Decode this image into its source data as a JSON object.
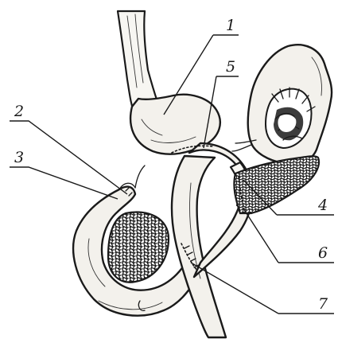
{
  "figure": {
    "callouts": [
      {
        "id": "c1",
        "label": "1"
      },
      {
        "id": "c2",
        "label": "2"
      },
      {
        "id": "c3",
        "label": "3"
      },
      {
        "id": "c4",
        "label": "4"
      },
      {
        "id": "c5",
        "label": "5"
      },
      {
        "id": "c6",
        "label": "6"
      },
      {
        "id": "c7",
        "label": "7"
      }
    ],
    "colors": {
      "ink": "#1a1a1a",
      "organ_fill": "#f3f1ec",
      "background": "#ffffff"
    }
  }
}
